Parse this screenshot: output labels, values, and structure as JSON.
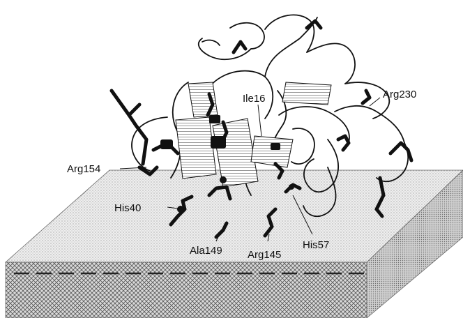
{
  "figure": {
    "colors": {
      "ink": "#111111",
      "surface_top": "#e6e6e6",
      "surface_front": "#c8c8c8",
      "surface_side": "#b4b4b4",
      "background": "#ffffff"
    },
    "labels": {
      "ile16": "Ile16",
      "arg230": "Arg230",
      "arg154": "Arg154",
      "his40": "His40",
      "ala149": "Ala149",
      "arg145": "Arg145",
      "his57": "His57"
    }
  }
}
